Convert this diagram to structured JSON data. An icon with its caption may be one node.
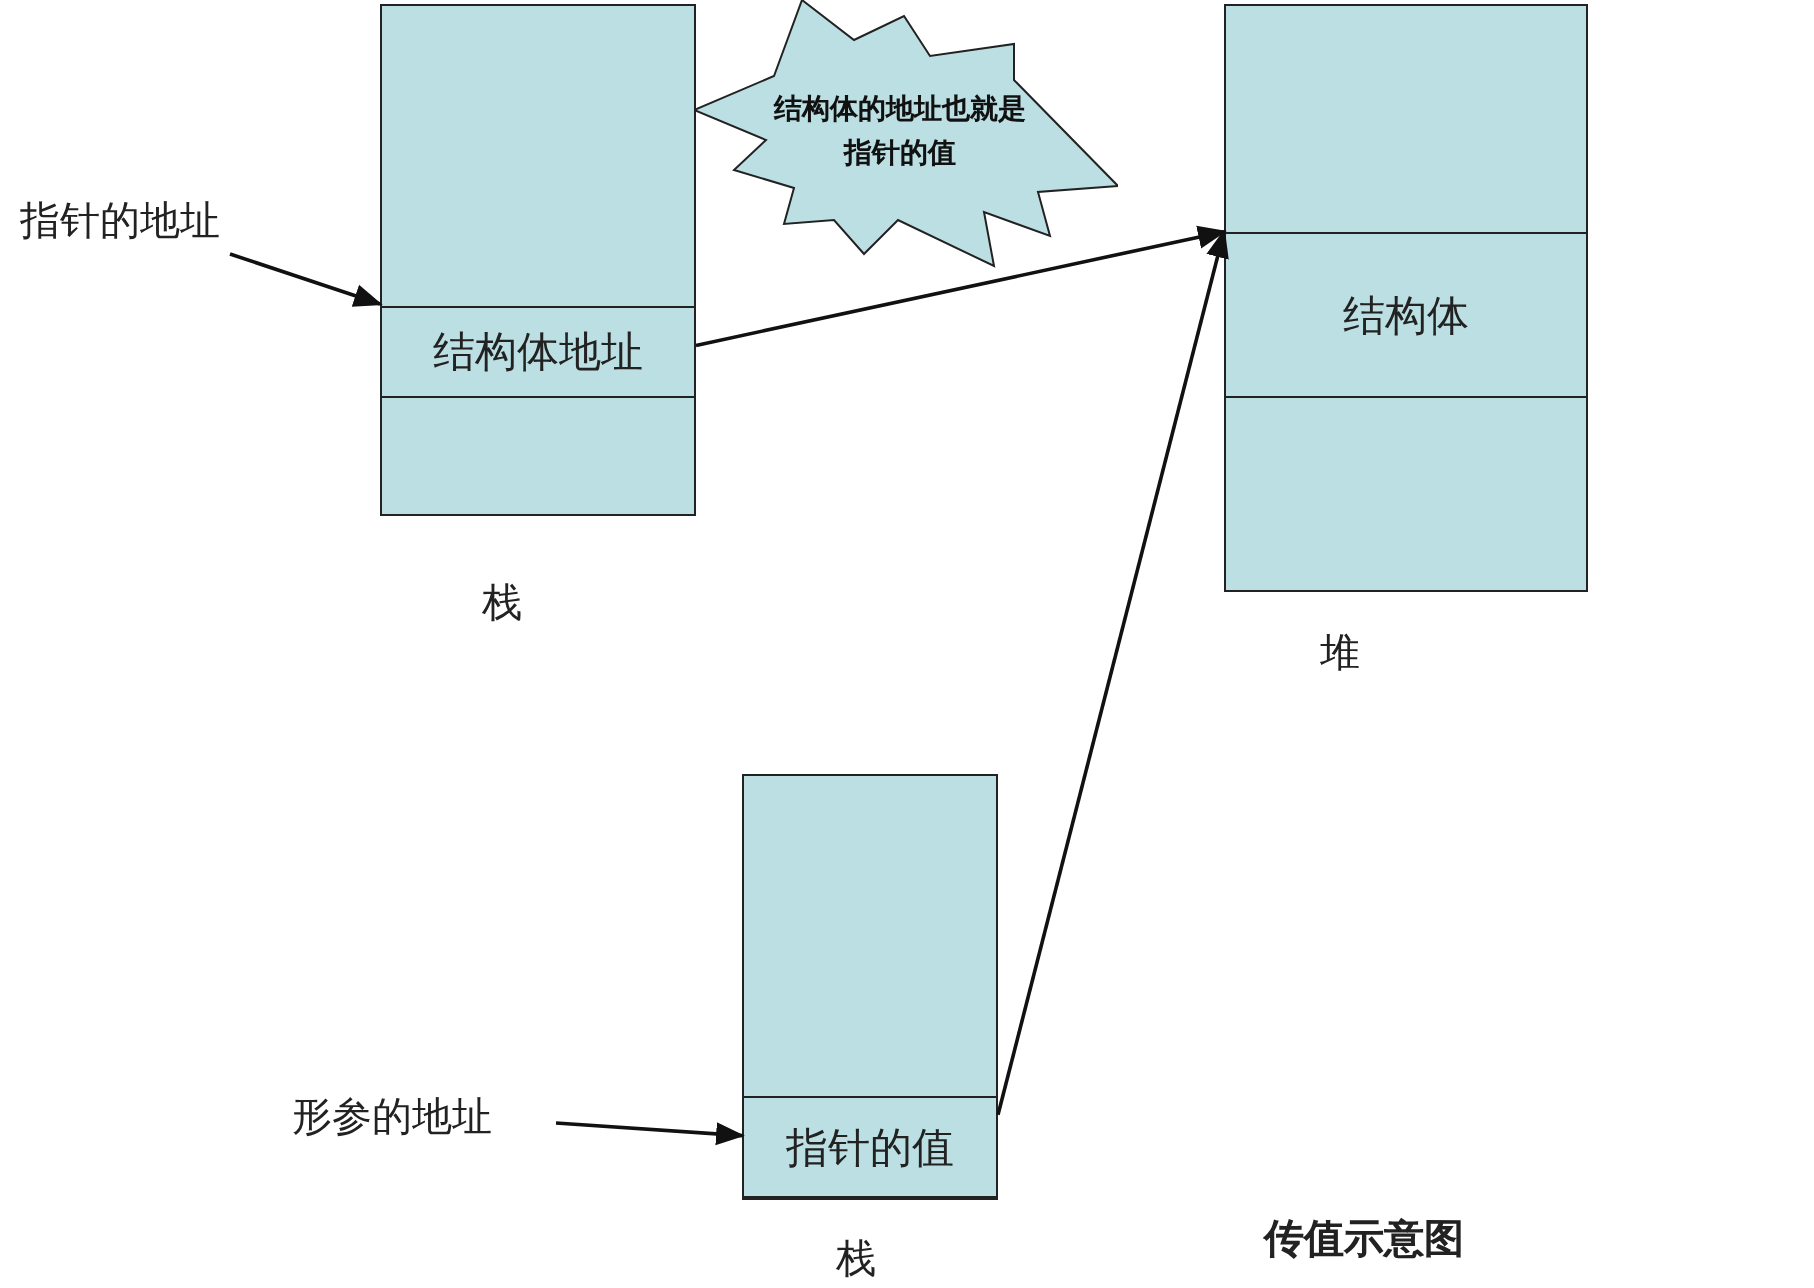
{
  "diagram": {
    "caption": "传值示意图",
    "nodes": [
      {
        "text": [],
        "shape": "box",
        "beside": [
          "栈"
        ]
      },
      {
        "text": [
          "结构体地址"
        ],
        "in": 0
      },
      {
        "text": [
          "指针的地址"
        ]
      },
      {
        "text": [
          "结构体的地址也就是指针的值"
        ]
      },
      {
        "text": [],
        "shape": "box",
        "beside": [
          "堆"
        ]
      },
      {
        "text": [
          "结构体"
        ],
        "in": 4
      },
      {
        "text": [],
        "shape": "box",
        "beside": [
          "栈"
        ]
      },
      {
        "text": [
          "指针的值"
        ],
        "in": 6
      },
      {
        "text": [
          "形参的地址"
        ]
      }
    ],
    "edges": [
      {
        "from": 2,
        "to": 1,
        "arrow": "to"
      },
      {
        "from": 1,
        "to": 5,
        "arrow": "to"
      },
      {
        "from": 7,
        "to": 5,
        "arrow": "to"
      },
      {
        "from": 8,
        "to": 7,
        "arrow": "to"
      }
    ]
  }
}
